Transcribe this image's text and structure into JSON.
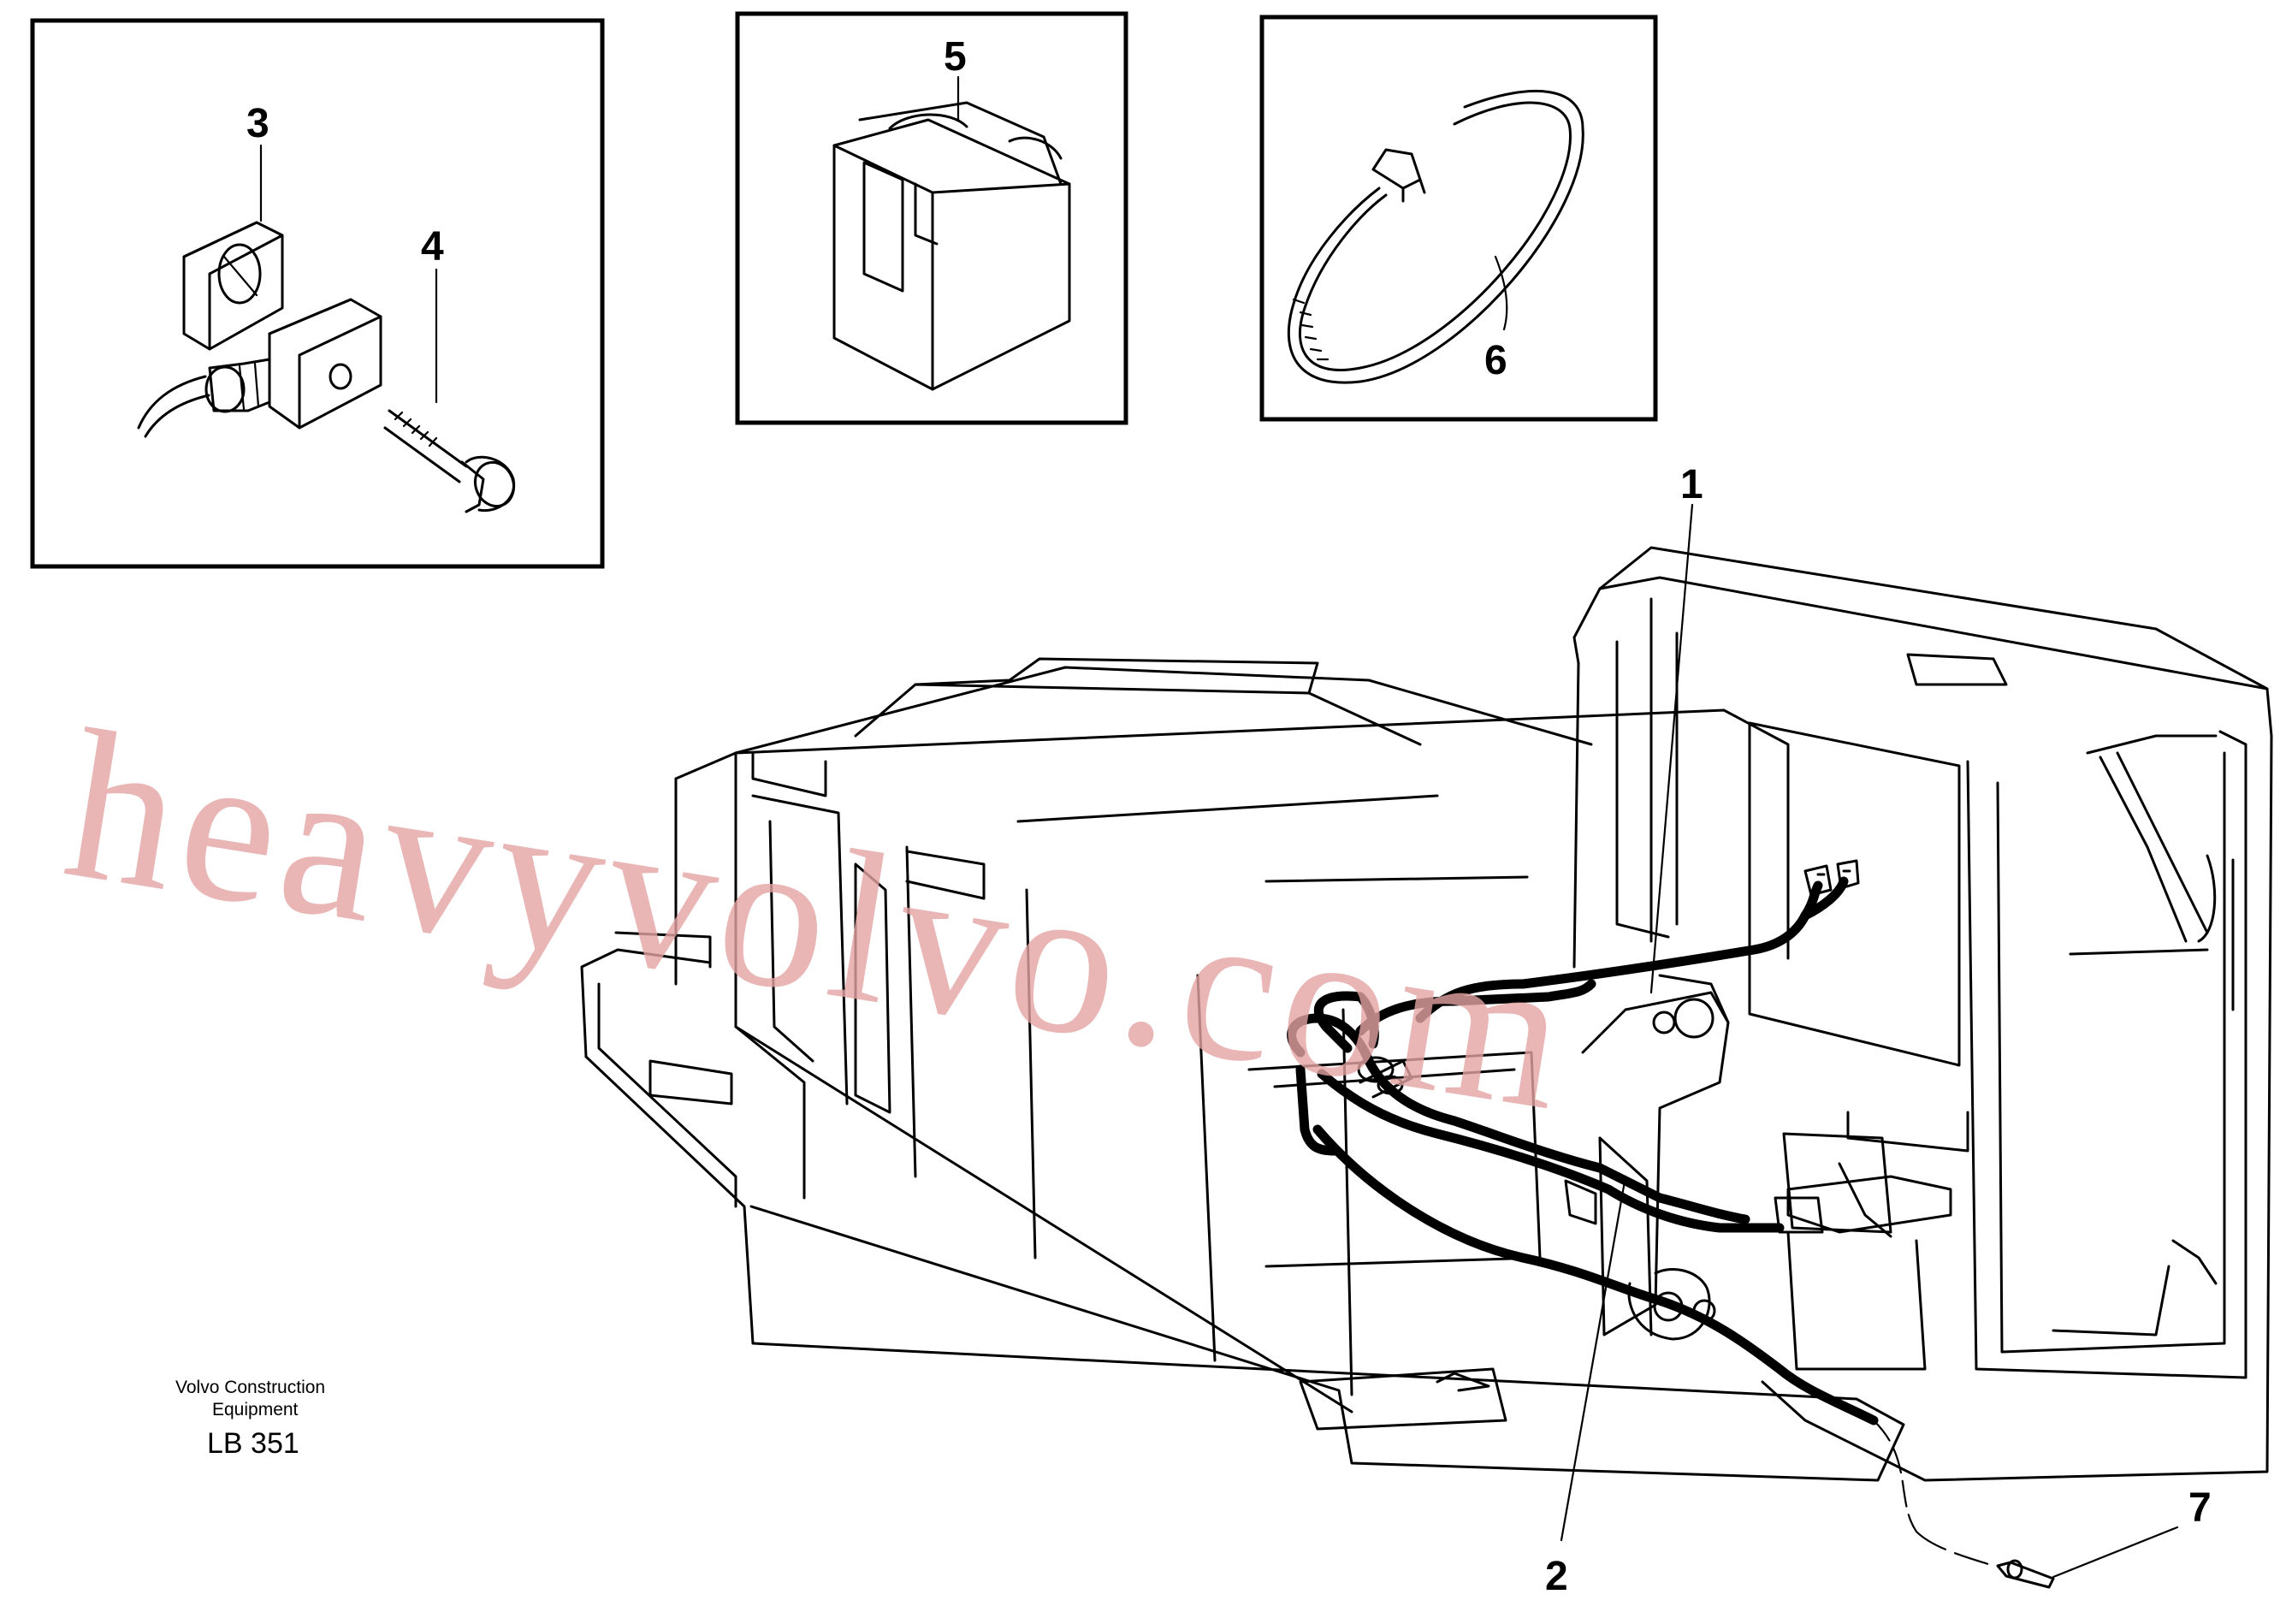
{
  "callouts": {
    "c1": "1",
    "c2": "2",
    "c3": "3",
    "c4": "4",
    "c5": "5",
    "c6": "6",
    "c7": "7"
  },
  "footer": {
    "company_line1": "Volvo Construction",
    "company_line2": "Equipment",
    "code": "LB 351"
  },
  "watermark": "heavyvolvo.com",
  "colors": {
    "watermark": "#e3a2a2",
    "ink": "#000000",
    "paper": "#ffffff"
  }
}
